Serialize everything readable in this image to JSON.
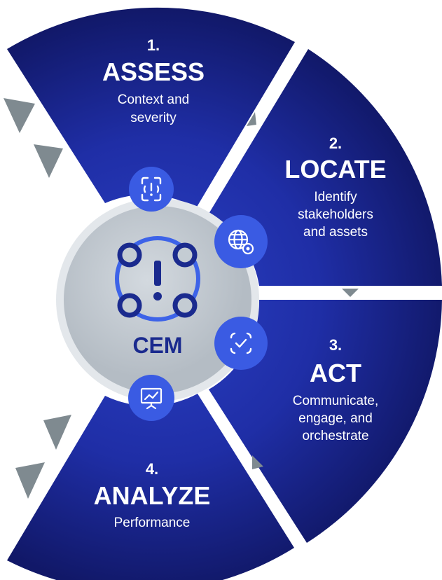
{
  "center": {
    "label": "CEM",
    "icon": "alert-network-icon"
  },
  "segments": [
    {
      "number": "1.",
      "title": "ASSESS",
      "desc": [
        "Context and",
        "severity"
      ],
      "icon": "alert-scan-icon"
    },
    {
      "number": "2.",
      "title": "LOCATE",
      "desc": [
        "Identify",
        "stakeholders",
        "and assets"
      ],
      "icon": "globe-location-icon"
    },
    {
      "number": "3.",
      "title": "ACT",
      "desc": [
        "Communicate,",
        "engage, and",
        "orchestrate"
      ],
      "icon": "check-scan-icon"
    },
    {
      "number": "4.",
      "title": "ANALYZE",
      "desc": [
        "Performance"
      ],
      "icon": "presentation-chart-icon"
    }
  ],
  "colors": {
    "segment_light": "#2a3fc4",
    "segment_dark": "#111868",
    "icon_circle": "#3a5be3",
    "hub_fill": "#c4ccd3",
    "hub_ring": "#e3e7eb",
    "hub_icon": "#1a2a8e",
    "hub_icon_ring": "#3d63e8",
    "arrow_gray": "#7f8a90",
    "text_white": "#ffffff"
  }
}
